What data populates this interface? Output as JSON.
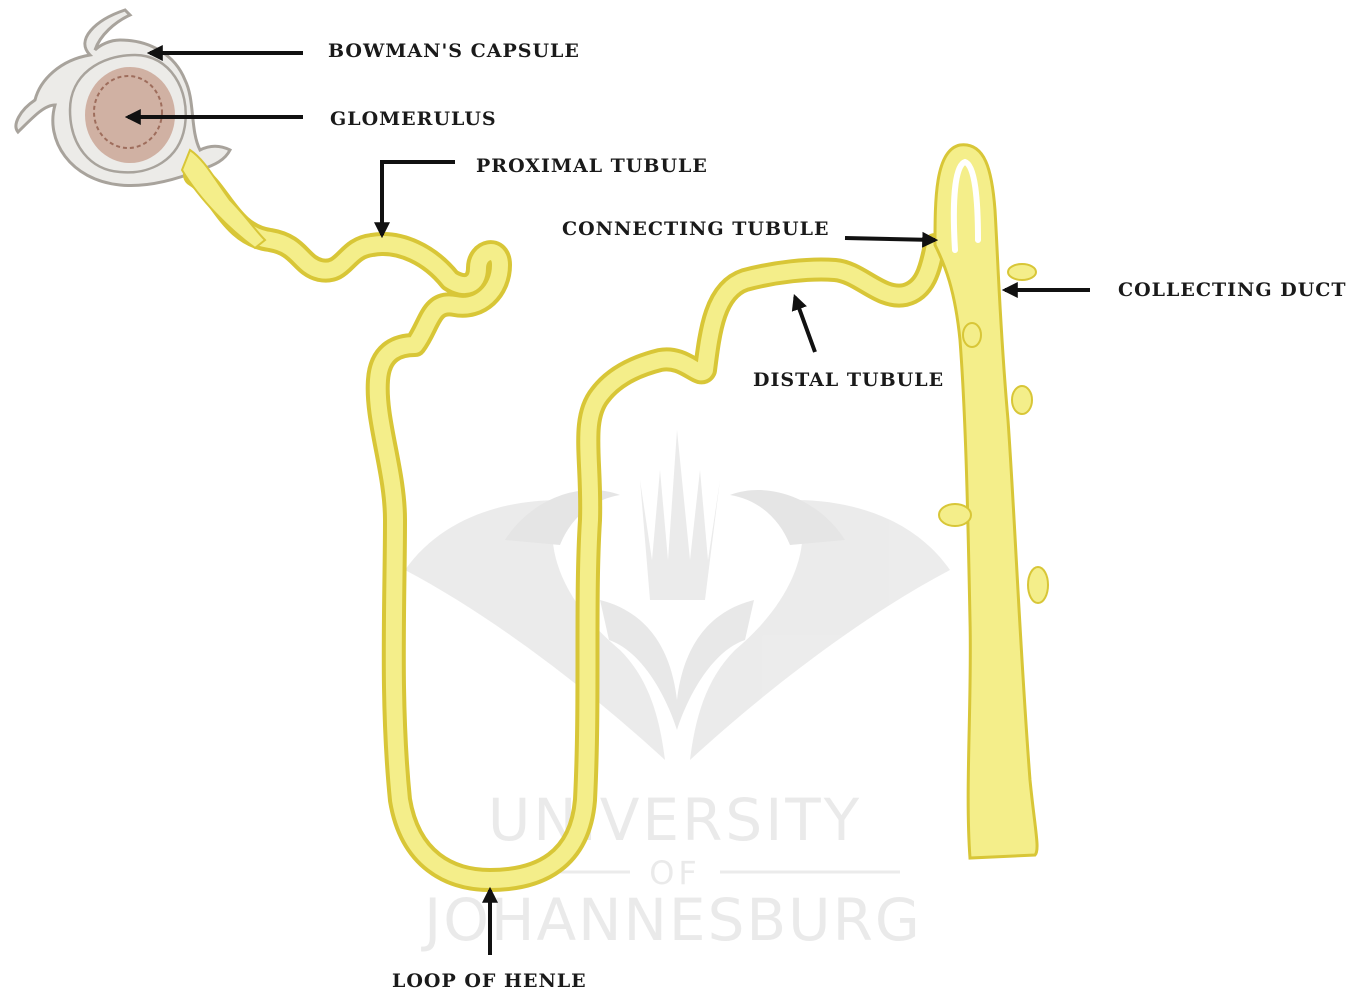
{
  "labels": {
    "bowmans_capsule": "BOWMAN'S CAPSULE",
    "glomerulus": "GLOMERULUS",
    "proximal_tubule": "PROXIMAL TUBULE",
    "connecting_tubule": "CONNECTING TUBULE",
    "collecting_duct": "COLLECTING DUCT",
    "distal_tubule": "DISTAL TUBULE",
    "loop_of_henle": "LOOP OF HENLE"
  },
  "watermark": {
    "line1": "UNIVERSITY",
    "line2": "OF",
    "line3": "JOHANNESBURG"
  },
  "colors": {
    "tubule_fill": "#f3ec7a",
    "tubule_edge": "#d9c53a",
    "capsule": "#bdb7b0",
    "glomerulus": "#b9897a",
    "arrow": "#111111",
    "watermark": "#d9d9d9"
  }
}
